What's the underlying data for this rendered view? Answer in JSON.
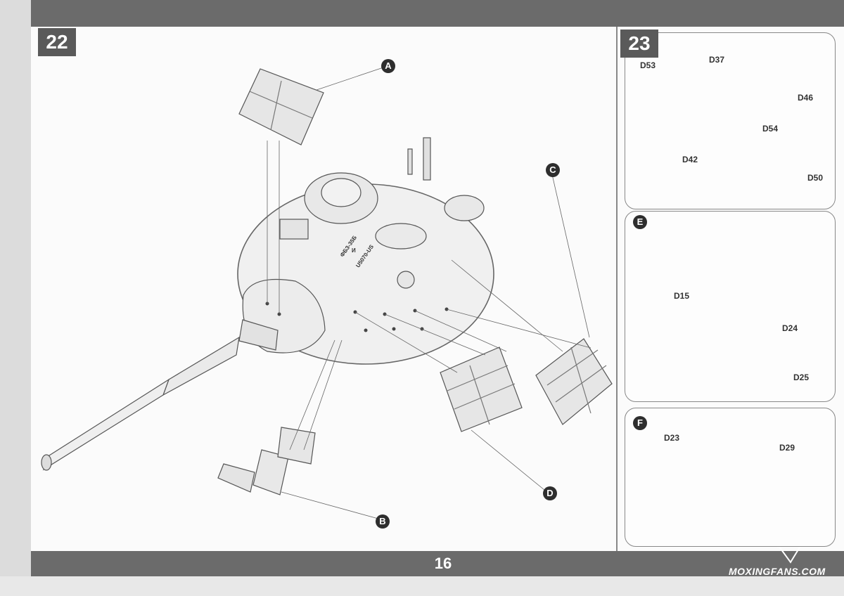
{
  "page": {
    "page_number": "16",
    "watermark": "MOXINGFANS.COM"
  },
  "step22": {
    "number": "22",
    "callouts": [
      "A",
      "B",
      "C",
      "D"
    ],
    "turret_marking": [
      "ФБЗ-35Б",
      "И",
      "U5070-US"
    ]
  },
  "step23": {
    "number": "23",
    "parts": [
      "D53",
      "D37",
      "D46",
      "D54",
      "D42",
      "D50"
    ]
  },
  "sub_e": {
    "callout": "E",
    "parts": [
      "D15",
      "D24",
      "D25"
    ]
  },
  "sub_f": {
    "callout": "F",
    "parts": [
      "D23",
      "D29"
    ]
  }
}
